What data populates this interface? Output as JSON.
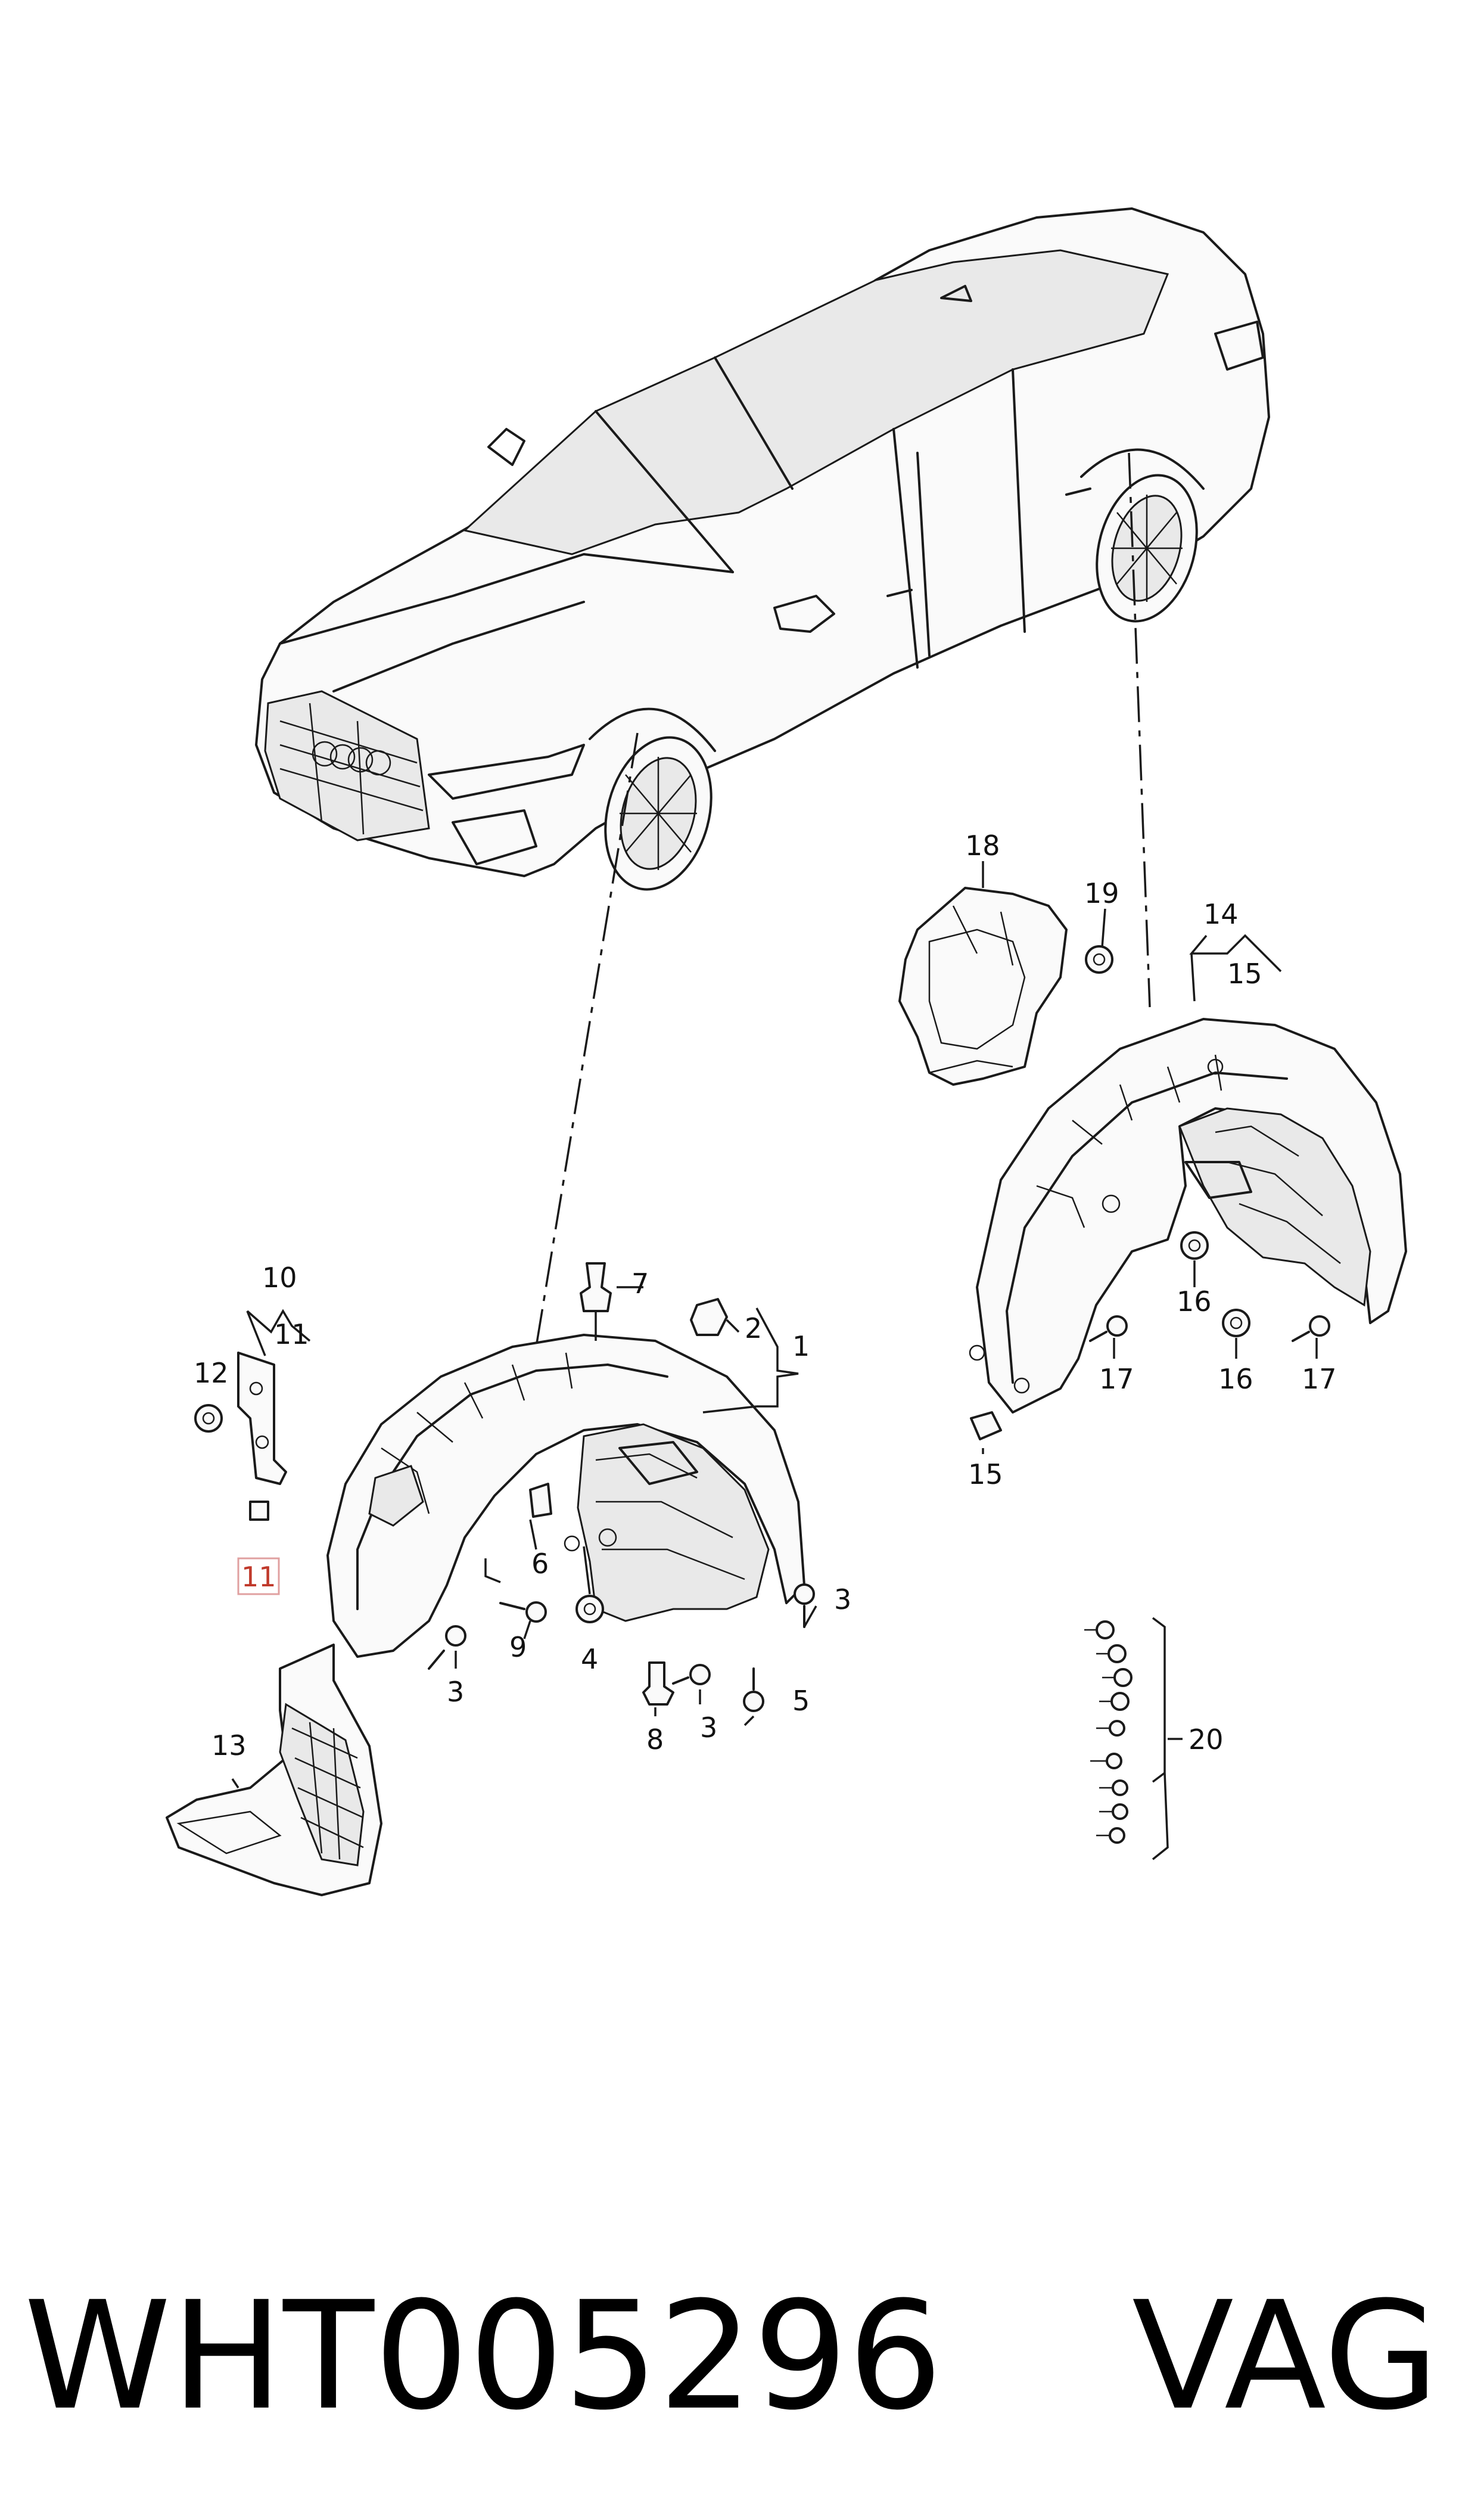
{
  "colors": {
    "line": "#1a1a1a",
    "background": "#ffffff",
    "highlight_box": "#e0a0a0",
    "highlight_text": "#c0392b"
  },
  "callouts": {
    "n1": "1",
    "n2": "2",
    "n3a": "3",
    "n3b": "3",
    "n3c": "3",
    "n4": "4",
    "n5": "5",
    "n6": "6",
    "n7": "7",
    "n8": "8",
    "n9": "9",
    "n10": "10",
    "n11a": "11",
    "n11b": "11",
    "n12": "12",
    "n13": "13",
    "n14": "14",
    "n15a": "15",
    "n15b": "15",
    "n16a": "16",
    "n16b": "16",
    "n17a": "17",
    "n17b": "17",
    "n18": "18",
    "n19": "19",
    "n20": "20"
  },
  "footer": {
    "part_number": "WHT005296",
    "brand": "VAG"
  }
}
